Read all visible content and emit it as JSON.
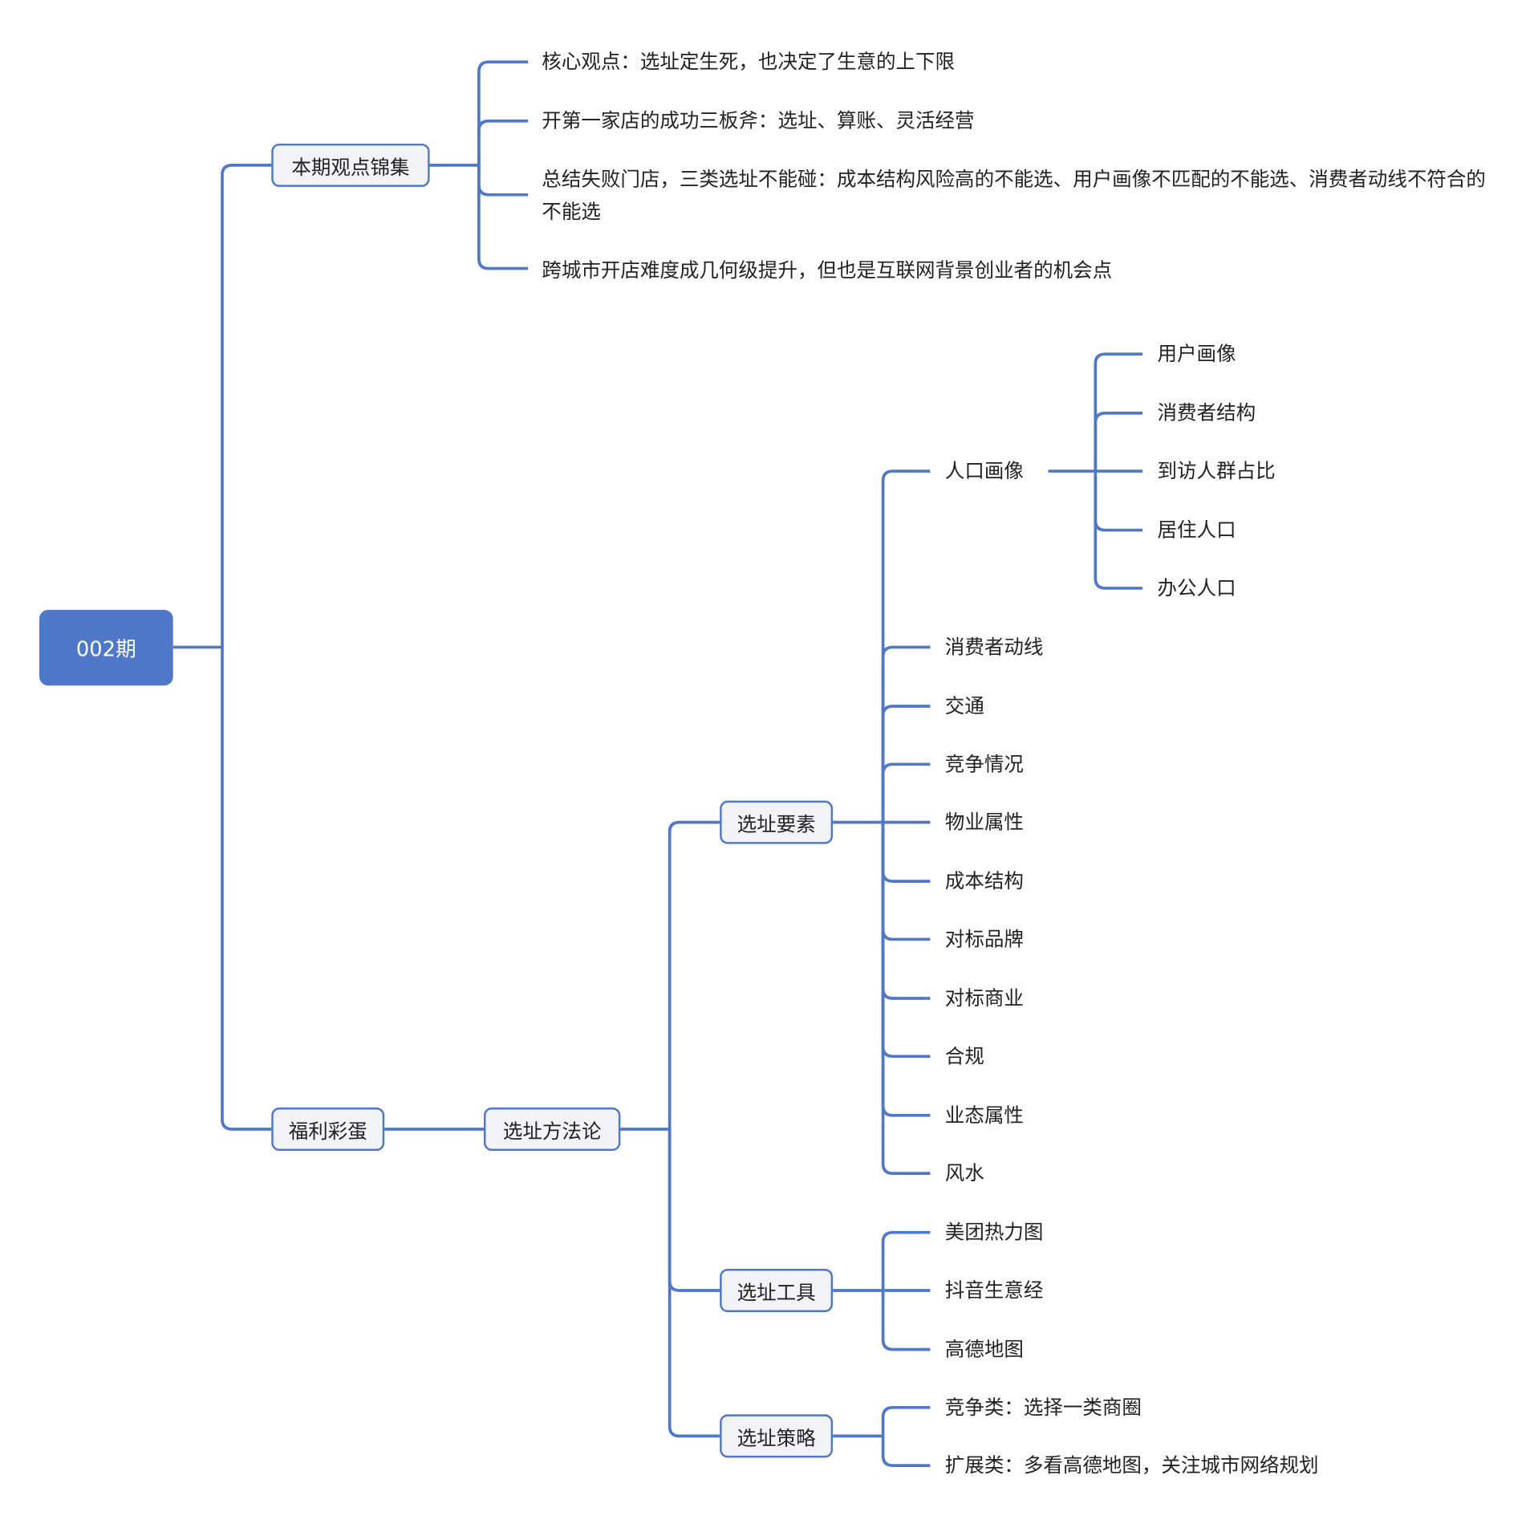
{
  "root": "002期",
  "colors": {
    "accent": "#5078c8",
    "node_bg": "#f2f3f7"
  },
  "branch1": {
    "label": "本期观点锦集",
    "items": [
      "核心观点：选址定生死，也决定了生意的上下限",
      "开第一家店的成功三板斧：选址、算账、灵活经营",
      "总结失败门店，三类选址不能碰：成本结构风险高的不能选、用户画像不匹配的不能选、消费者动线不符合的不能选",
      "跨城市开店难度成几何级提升，但也是互联网背景创业者的机会点"
    ]
  },
  "branch2": {
    "label": "福利彩蛋",
    "method": {
      "label": "选址方法论",
      "elements": {
        "label": "选址要素",
        "items": [
          "人口画像",
          "消费者动线",
          "交通",
          "竞争情况",
          "物业属性",
          "成本结构",
          "对标品牌",
          "对标商业",
          "合规",
          "业态属性",
          "风水"
        ],
        "population": [
          "用户画像",
          "消费者结构",
          "到访人群占比",
          "居住人口",
          "办公人口"
        ]
      },
      "tools": {
        "label": "选址工具",
        "items": [
          "美团热力图",
          "抖音生意经",
          "高德地图"
        ]
      },
      "strategy": {
        "label": "选址策略",
        "items": [
          "竞争类：选择一类商圈",
          "扩展类：多看高德地图，关注城市网络规划"
        ]
      }
    }
  }
}
